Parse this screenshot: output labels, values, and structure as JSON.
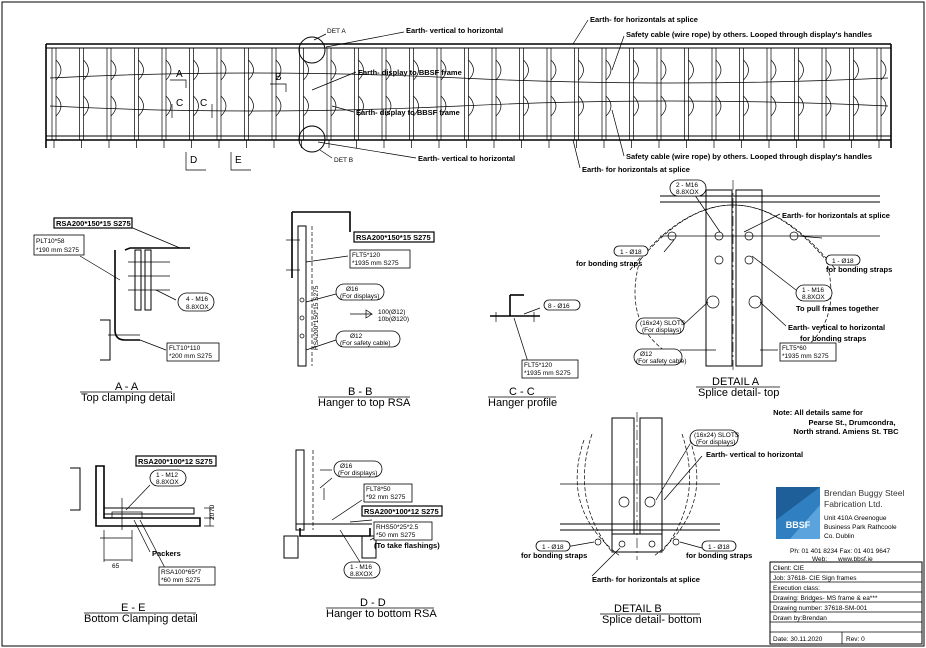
{
  "top_view": {
    "det_a": "DET A",
    "det_b": "DET B",
    "sec_a": "A",
    "sec_b": "B",
    "sec_c1": "C",
    "sec_c2": "C",
    "sec_d": "D",
    "sec_e": "E",
    "earth_v_h_top": "Earth- vertical to horizontal",
    "earth_splice_top": "Earth- for horizontals at splice",
    "safety_cable_top": "Safety cable (wire rope) by others. Looped through display's handles",
    "earth_bbsf_1": "Earth- display to BBSF frame",
    "earth_bbsf_2": "Earth- display to BBSF frame",
    "earth_v_h_bottom": "Earth- vertical to horizontal",
    "safety_cable_bottom": "Safety cable (wire rope) by others. Looped through display's handles",
    "earth_splice_bottom": "Earth- for horizontals at splice"
  },
  "section_aa": {
    "rsa_label": "RSA200*150*15 S275",
    "plt_label_1": "PLT10*58",
    "plt_label_2": "*190 mm S275",
    "bolt_1": "4 - M16",
    "bolt_2": "8.8XOX",
    "flt_1": "FLT10*110",
    "flt_2": "*200 mm S275",
    "title_1": "A - A",
    "title_2": "Top clamping detail"
  },
  "section_bb": {
    "rsa_label": "RSA200*150*15 S275",
    "flt_1": "FLT5*120",
    "flt_2": "*1935 mm S275",
    "d16_1": "Ø16",
    "d16_2": "(For displays)",
    "dim_1": "100(Ø12)",
    "dim_2": "10b(Ø120)",
    "d12_1": "Ø12",
    "d12_2": "(For safety cable)",
    "vertical_text": "RSA200*150*15 S275",
    "title_1": "B - B",
    "title_2": "Hanger to top RSA"
  },
  "section_cc": {
    "hole": "8 - Ø16",
    "flt_1": "FLT5*120",
    "flt_2": "*1935 mm S275",
    "title_1": "C - C",
    "title_2": "Hanger profile"
  },
  "detail_a": {
    "bolt_1": "2 - M16",
    "bolt_2": "8.8XOX",
    "earth_splice": "Earth- for horizontals at splice",
    "strap_left_1": "1 - Ø18",
    "strap_left_2": "for bonding straps",
    "strap_right_1": "1 - Ø18",
    "strap_right_2": "for bonding straps",
    "pull_1": "1 - M16",
    "pull_2": "8.8XOX",
    "pull_3": "To pull frames together",
    "slots_1": "(16x24) SLOTS",
    "slots_2": "(For displays)",
    "earth_vh": "Earth- vertical to horizontal",
    "bonding": "for bonding straps",
    "safety_1": "Ø12",
    "safety_2": "(For safety cable)",
    "flt_1": "FLT5*60",
    "flt_2": "*1935 mm S275",
    "title_1": "DETAIL A",
    "title_2": "Splice detail- top"
  },
  "note": {
    "line_1": "Note: All details same for",
    "line_2": "Pearse St., Drumcondra,",
    "line_3": "North strand. Amiens St. TBC"
  },
  "section_ee": {
    "rsa_label": "RSA200*100*12 S275",
    "bolt_1": "1 - M12",
    "bolt_2": "8.8XOX",
    "dim_20": "20",
    "dim_70": "70",
    "dim_65": "65",
    "packers": "Packers",
    "rsa2_1": "RSA100*65*7",
    "rsa2_2": "*60 mm S275",
    "title_1": "E - E",
    "title_2": "Bottom Clamping detail"
  },
  "section_dd": {
    "d16_1": "Ø16",
    "d16_2": "(For displays)",
    "flt_1": "FLT8*50",
    "flt_2": "*92 mm S275",
    "rsa_label": "RSA200*100*12 S275",
    "rhs_1": "RHS50*25*2.5",
    "rhs_2": "*50 mm S275",
    "rhs_3": "(To take flashings)",
    "bolt_1": "1 - M16",
    "bolt_2": "8.8XOX",
    "title_1": "D - D",
    "title_2": "Hanger to bottom RSA"
  },
  "detail_b": {
    "slots_1": "(16x24) SLOTS",
    "slots_2": "(For displays)",
    "earth_vh": "Earth- vertical to horizontal",
    "strap_left_1": "1 - Ø18",
    "strap_left_2": "for bonding straps",
    "strap_right_1": "1 - Ø18",
    "strap_right_2": "for bonding straps",
    "earth_splice": "Earth- for horizontals at splice",
    "title_1": "DETAIL B",
    "title_2": "Splice detail- bottom"
  },
  "company": {
    "name_1": "Brendan Buggy Steel",
    "name_2": "Fabrication Ltd.",
    "addr_1": "Unit 410A Greenogue",
    "addr_2": "Business Park Rathcoole",
    "addr_3": "Co. Dublin",
    "logo_text": "BBSF",
    "phone": "Ph: 01 401 8234 Fax: 01 401 9647",
    "web_label": "Web:",
    "web": "www.bbsf.ie",
    "brand_color": "#2f7fc1"
  },
  "title_block": {
    "client": "Client: CIE",
    "job": "Job: 37618- CIE Sign frames",
    "execution": "Execution class:",
    "drawing": "Drawing: Bridges- MS frame & ea***",
    "number": "Drawing number: 37618-SM-001",
    "drawn_by": "Drawn by:Brendan",
    "date": "Date: 30.11.2020",
    "rev": "Rev: 0"
  }
}
